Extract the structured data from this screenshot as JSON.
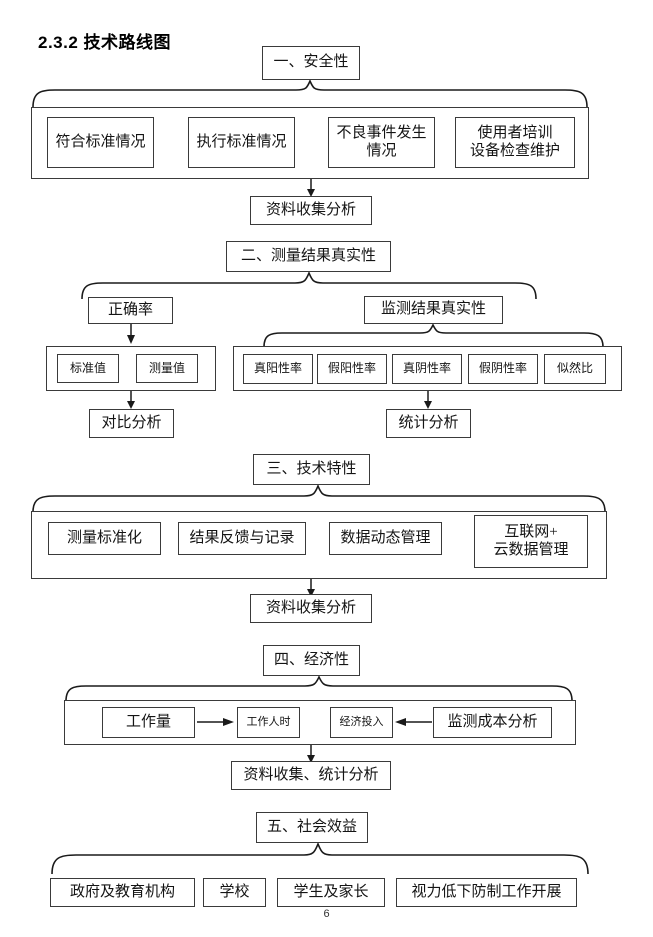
{
  "document": {
    "heading": "2.3.2 技术路线图",
    "page_number": "6"
  },
  "sections": {
    "s1": {
      "header": "一、安全性",
      "items": [
        "符合标准情况",
        "执行标准情况",
        "不良事件发生\n情况",
        "使用者培训\n设备检查维护"
      ],
      "result": "资料收集分析"
    },
    "s2": {
      "header": "二、测量结果真实性",
      "left": {
        "header": "正确率",
        "items": [
          "标准值",
          "测量值"
        ],
        "result": "对比分析"
      },
      "right": {
        "header": "监测结果真实性",
        "items": [
          "真阳性率",
          "假阳性率",
          "真阴性率",
          "假阴性率",
          "似然比"
        ],
        "result": "统计分析"
      }
    },
    "s3": {
      "header": "三、技术特性",
      "items": [
        "测量标准化",
        "结果反馈与记录",
        "数据动态管理",
        "互联网+\n云数据管理"
      ],
      "result": "资料收集分析"
    },
    "s4": {
      "header": "四、经济性",
      "items": [
        "工作量",
        "工作人时",
        "经济投入",
        "监测成本分析"
      ],
      "result": "资料收集、统计分析"
    },
    "s5": {
      "header": "五、社会效益",
      "items": [
        "政府及教育机构",
        "学校",
        "学生及家长",
        "视力低下防制工作开展"
      ]
    }
  },
  "style": {
    "line_color": "#3a3a3a",
    "text_color": "#141414",
    "background": "#ffffff"
  }
}
